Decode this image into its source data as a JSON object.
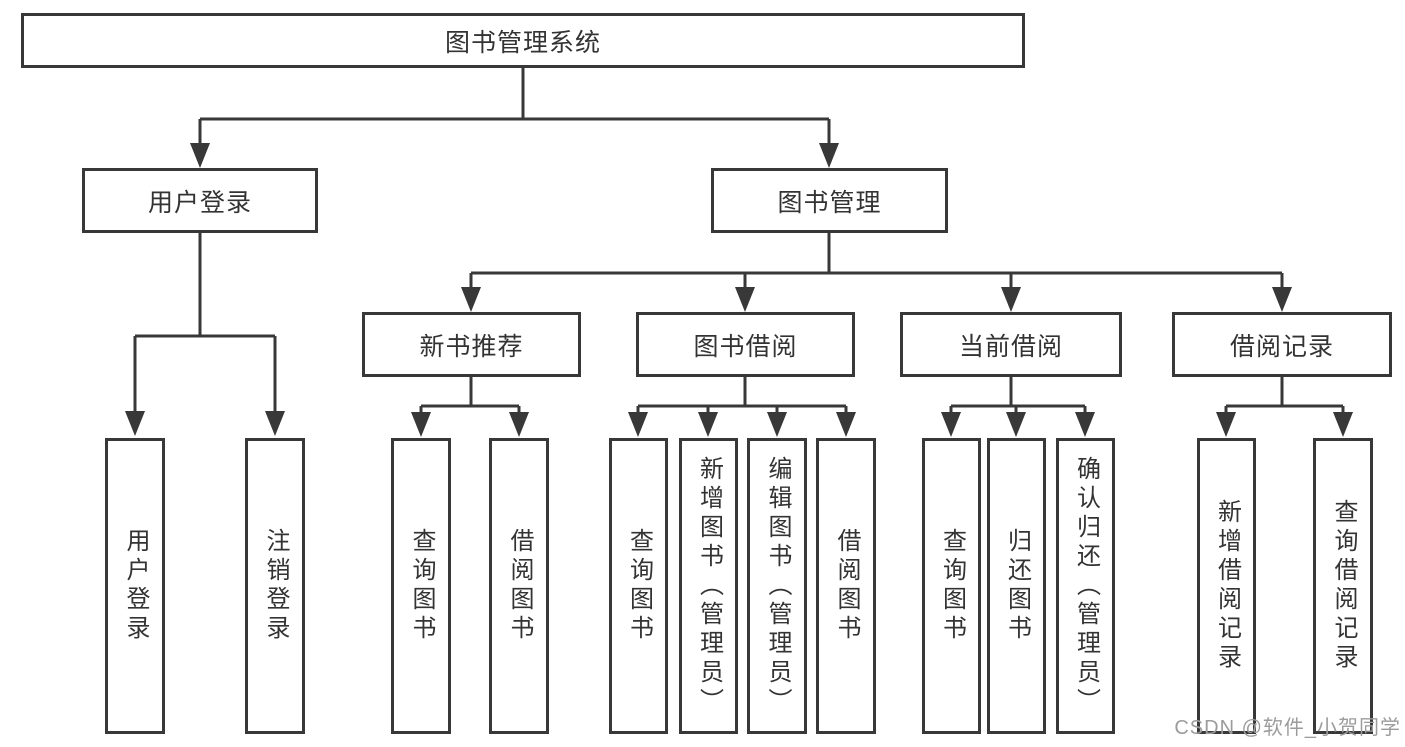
{
  "colors": {
    "line": "#383838",
    "text": "#333333",
    "watermark": "#9c9c9c",
    "background": "#ffffff"
  },
  "watermark": "CSDN @软件_小贺同学",
  "tree": {
    "root": {
      "label": "图书管理系统"
    },
    "branches": [
      {
        "label": "用户登录",
        "leaves": [
          {
            "label": "用户登录"
          },
          {
            "label": "注销登录"
          }
        ]
      },
      {
        "label": "图书管理",
        "groups": [
          {
            "label": "新书推荐",
            "leaves": [
              {
                "label": "查询图书"
              },
              {
                "label": "借阅图书"
              }
            ]
          },
          {
            "label": "图书借阅",
            "leaves": [
              {
                "label": "查询图书"
              },
              {
                "label": "新增图书（管理员）"
              },
              {
                "label": "编辑图书（管理员）"
              },
              {
                "label": "借阅图书"
              }
            ]
          },
          {
            "label": "当前借阅",
            "leaves": [
              {
                "label": "查询图书"
              },
              {
                "label": "归还图书"
              },
              {
                "label": "确认归还（管理员）"
              }
            ]
          },
          {
            "label": "借阅记录",
            "leaves": [
              {
                "label": "新增借阅记录"
              },
              {
                "label": "查询借阅记录"
              }
            ]
          }
        ]
      }
    ]
  }
}
